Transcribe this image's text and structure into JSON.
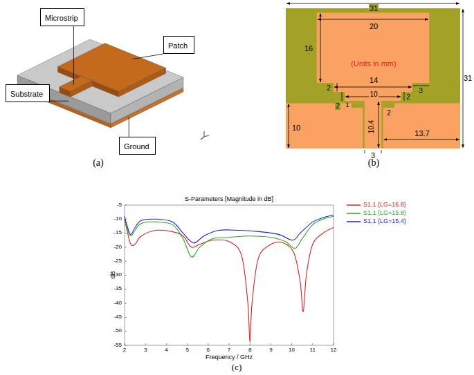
{
  "diagram": {
    "nodes": [
      {
        "text": [
          "Microstrip"
        ]
      },
      {
        "text": [
          "Patch"
        ]
      },
      {
        "text": [
          "Substrate"
        ]
      },
      {
        "text": [
          "Ground"
        ]
      }
    ],
    "labels": [
      "(a)",
      "(b)",
      "31",
      "20",
      "16",
      "(Units in mm)",
      "14",
      "2",
      "3",
      "2",
      "10",
      "2",
      "1",
      "2",
      "10",
      "10.4",
      "3",
      "13.7",
      "31",
      "S-Parameters [Magnitude in dB]",
      "-5",
      "-10",
      "-15",
      "-20",
      "-25",
      "-30",
      "-35",
      "-40",
      "-45",
      "-50",
      "-55",
      "2",
      "3",
      "4",
      "5",
      "6",
      "7",
      "8",
      "9",
      "10",
      "11",
      "12",
      "dB",
      "Frequency / GHz",
      "(c)"
    ],
    "legend": [
      {
        "text": "S1,1 (LG=16.8)"
      },
      {
        "text": "S1,1 (LG=15.8)"
      },
      {
        "text": "S1,1 (LG=15.4)"
      }
    ]
  }
}
